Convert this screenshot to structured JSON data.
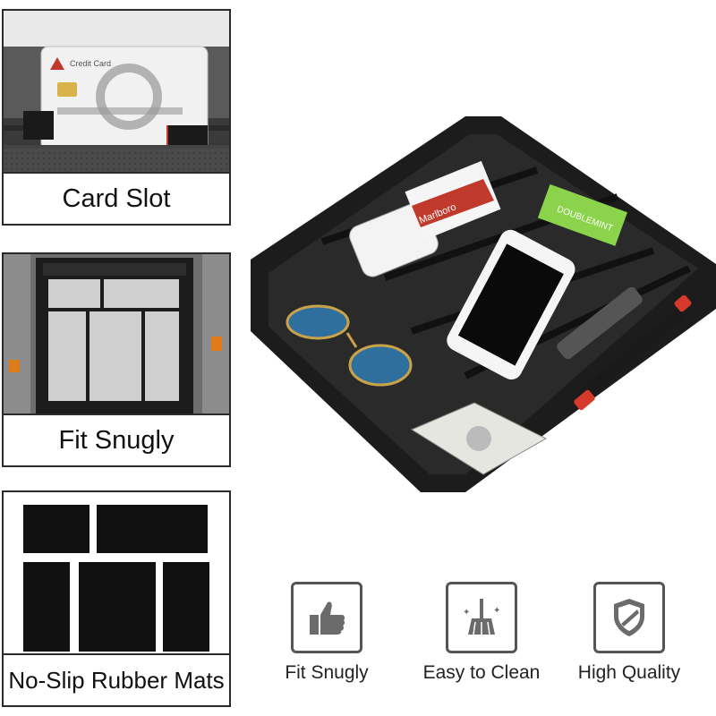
{
  "panels": [
    {
      "caption": "Card Slot",
      "card_text": "Credit Card"
    },
    {
      "caption": "Fit Snugly"
    },
    {
      "caption": "No-Slip Rubber Mats"
    }
  ],
  "features": [
    {
      "label": "Fit Snugly",
      "icon": "thumbs-up-icon"
    },
    {
      "label": "Easy to Clean",
      "icon": "broom-icon"
    },
    {
      "label": "High Quality",
      "icon": "shield-icon"
    }
  ],
  "product": {
    "cigarette_brand": "Marlboro",
    "gum_brand": "DOUBLEMINT"
  },
  "colors": {
    "border": "#2b2b2b",
    "tray": "#1c1c1c",
    "icon_gray": "#6b6b6b"
  }
}
